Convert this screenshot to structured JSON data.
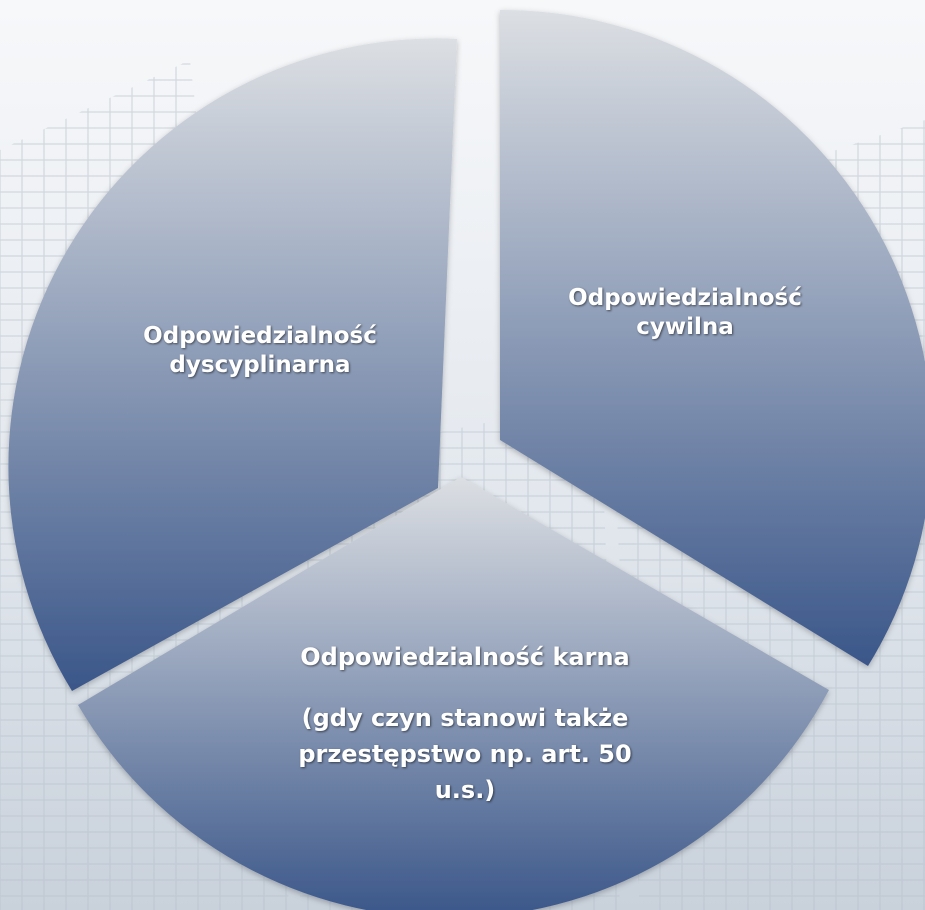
{
  "diagram": {
    "segments": [
      {
        "id": "dyscyplinarna",
        "lines": [
          "Odpowiedzialność",
          "dyscyplinarna"
        ]
      },
      {
        "id": "cywilna",
        "lines": [
          "Odpowiedzialność",
          "cywilna"
        ]
      },
      {
        "id": "karna",
        "lines": [
          "Odpowiedzialność karna"
        ],
        "note_lines": [
          "(gdy czyn stanowi także",
          "przestępstwo np. art. 50",
          "u.s.)"
        ]
      }
    ],
    "colors": {
      "segment_top": "#dcdfe3",
      "segment_bottom": "#3a5689",
      "background": "#eef1f5"
    }
  }
}
